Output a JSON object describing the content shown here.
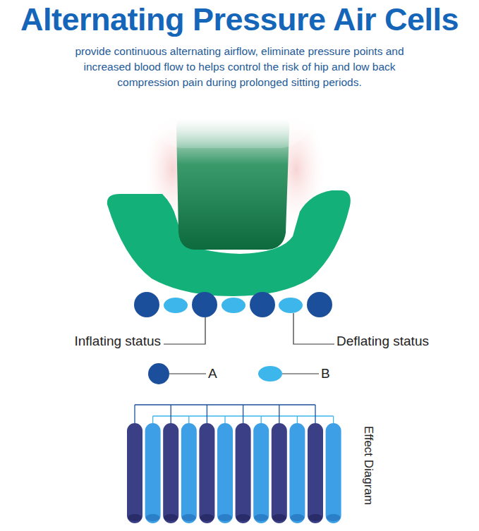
{
  "diagram": {
    "title": "Alternating Pressure Air Cells",
    "caption": "provide continuous alternating airflow, eliminate pressure points and increased blood flow to helps control the risk of hip and low back compression pain during prolonged sitting periods.",
    "labels": [
      "Inflating status",
      "Deflating status",
      "Effect Diagram"
    ],
    "legend": [
      {
        "text": "A",
        "color": "#1b4f9c"
      },
      {
        "text": "B",
        "color": "#3db6ec"
      }
    ]
  }
}
